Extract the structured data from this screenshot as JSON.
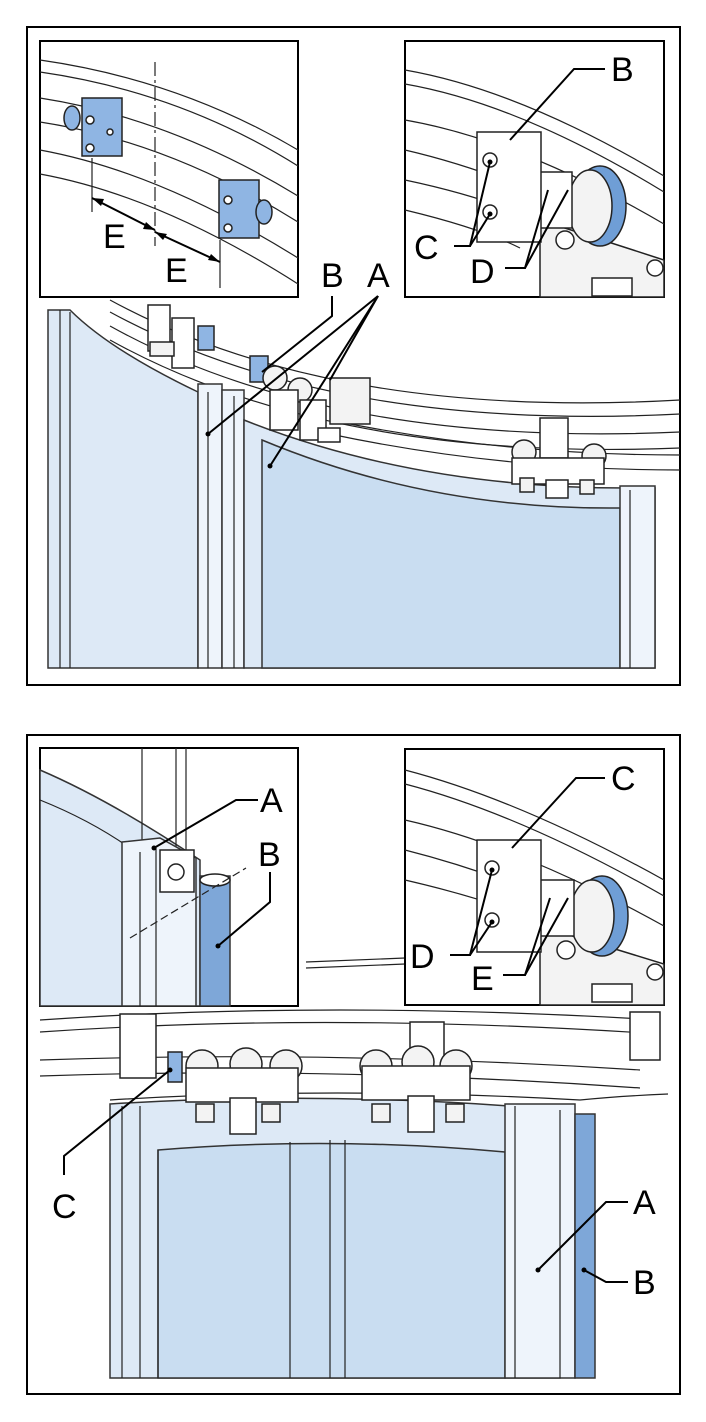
{
  "figure_top": {
    "inset_left_labels": [
      "E",
      "E"
    ],
    "inset_right_labels": {
      "b": "B",
      "c": "C",
      "d": "D"
    },
    "main_labels": {
      "b": "B",
      "a": "A"
    }
  },
  "figure_bottom": {
    "inset_left_labels": {
      "a": "A",
      "b": "B"
    },
    "inset_right_labels": {
      "c": "C",
      "d": "D",
      "e": "E"
    },
    "main_labels": {
      "c": "C",
      "a": "A",
      "b": "B"
    }
  },
  "colors": {
    "glass": "#dde9f6",
    "seal": "#7ea7d8",
    "bracket": "#8fb5e3",
    "roller": "#6f9ed6"
  }
}
